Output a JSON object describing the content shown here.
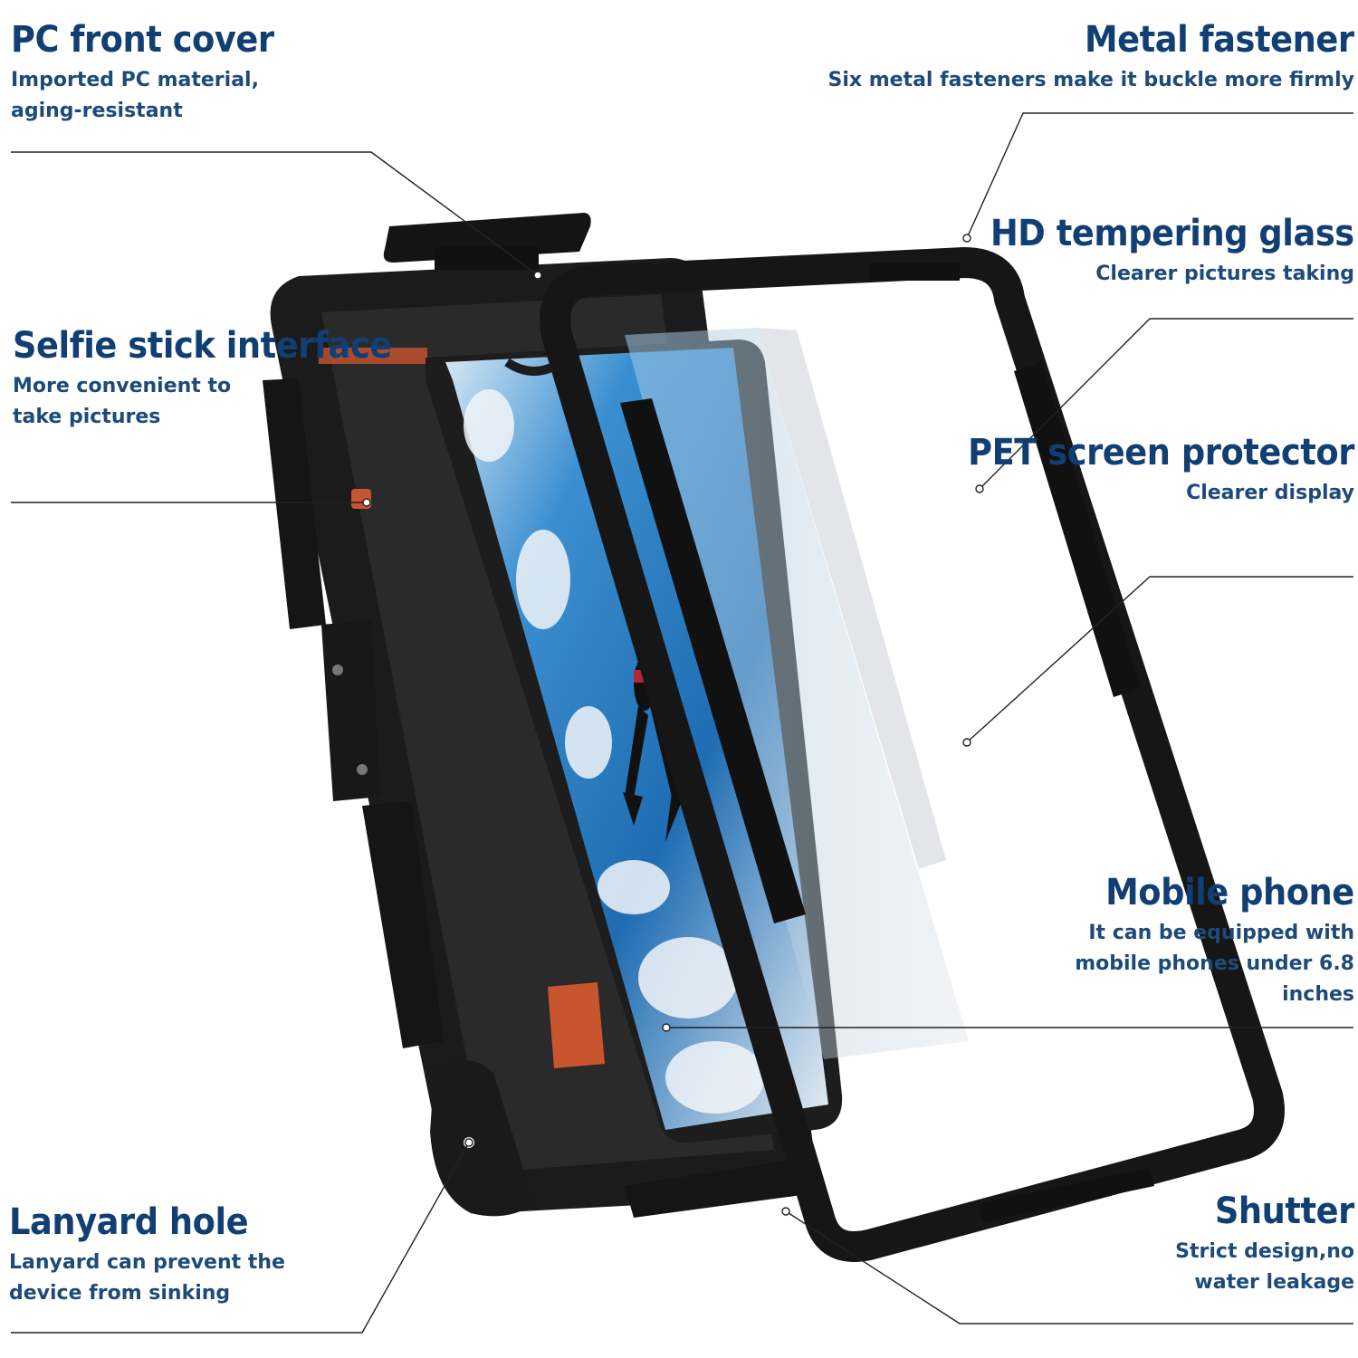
{
  "callouts": {
    "pc_front_cover": {
      "title": "PC front cover",
      "desc": "Imported PC material,\naging-resistant"
    },
    "metal_fastener": {
      "title": "Metal fastener",
      "desc": "Six metal fasteners make it buckle more firmly"
    },
    "hd_glass": {
      "title": "HD tempering glass",
      "desc": "Clearer pictures taking"
    },
    "selfie_stick": {
      "title": "Selfie stick\ninterface",
      "desc": "More convenient to\ntake pictures"
    },
    "pet_protector": {
      "title": "PET screen\nprotector",
      "desc": "Clearer display"
    },
    "mobile_phone": {
      "title": "Mobile phone",
      "desc": "It can be equipped with\nmobile phones under 6.8\ninches"
    },
    "lanyard_hole": {
      "title": "Lanyard hole",
      "desc": "Lanyard can prevent the\ndevice from sinking"
    },
    "shutter": {
      "title": "Shutter",
      "desc": "Strict design,no\nwater leakage"
    }
  },
  "colors": {
    "text": "#123f73",
    "case": "#1b1b1b",
    "accent": "#c9552f",
    "water": "#2f7fc4"
  }
}
